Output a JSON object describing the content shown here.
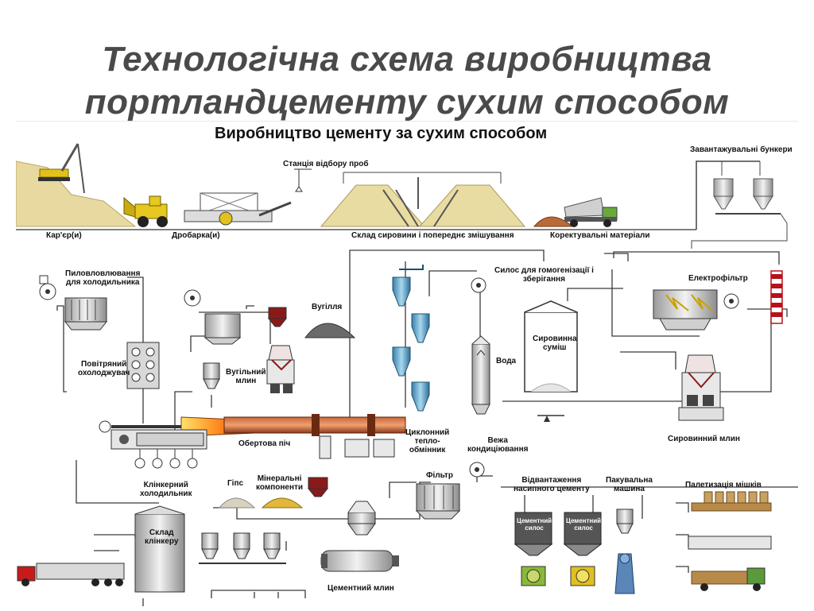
{
  "slide": {
    "title_line1": "Технологічна схема виробництва",
    "title_line2": "портландцементу сухим способом"
  },
  "diagram": {
    "title": "Виробництво цементу за сухим способом",
    "labels": {
      "quarry": "Кар'єр(и)",
      "crusher": "Дробарка(и)",
      "sampling_station": "Станція відбору проб",
      "raw_storage": "Склад сировини і попереднє змішування",
      "corrective": "Коректувальні матеріали",
      "loading_bunkers": "Завантажувальні бункери",
      "dust_capture_1": "Пиловловлювання",
      "dust_capture_2": "для холодильника",
      "coal": "Вугілля",
      "homog_silo_1": "Силос для гомогенізації і",
      "homog_silo_2": "зберігання",
      "electrofilter": "Електрофільтр",
      "air_cooler_1": "Повітряний",
      "air_cooler_2": "охолоджувач",
      "coal_mill_1": "Вугільний",
      "coal_mill_2": "млин",
      "raw_mix_1": "Сировинна",
      "raw_mix_2": "суміш",
      "water": "Вода",
      "cyclone_1": "Циклонний",
      "cyclone_2": "тепло-",
      "cyclone_3": "обмінник",
      "rotary_kiln": "Обертова піч",
      "conditioning_1": "Вежа",
      "conditioning_2": "кондиціювання",
      "raw_mill": "Сировинний млин",
      "clinker_cooler_1": "Клінкерний",
      "clinker_cooler_2": "холодильник",
      "gypsum": "Гіпс",
      "mineral_1": "Мінеральні",
      "mineral_2": "компоненти",
      "filter": "Фільтр",
      "bulk_ship_1": "Відвантаження",
      "bulk_ship_2": "насипного цементу",
      "packing_1": "Пакувальна",
      "packing_2": "машина",
      "palletizing": "Палетизація мішків",
      "clinker_store_1": "Склад",
      "clinker_store_2": "клінкеру",
      "cement_silo_a_1": "Цементний",
      "cement_silo_a_2": "силос",
      "cement_silo_b_1": "Цементний",
      "cement_silo_b_2": "силос",
      "cement_mill": "Цементний млин"
    }
  }
}
